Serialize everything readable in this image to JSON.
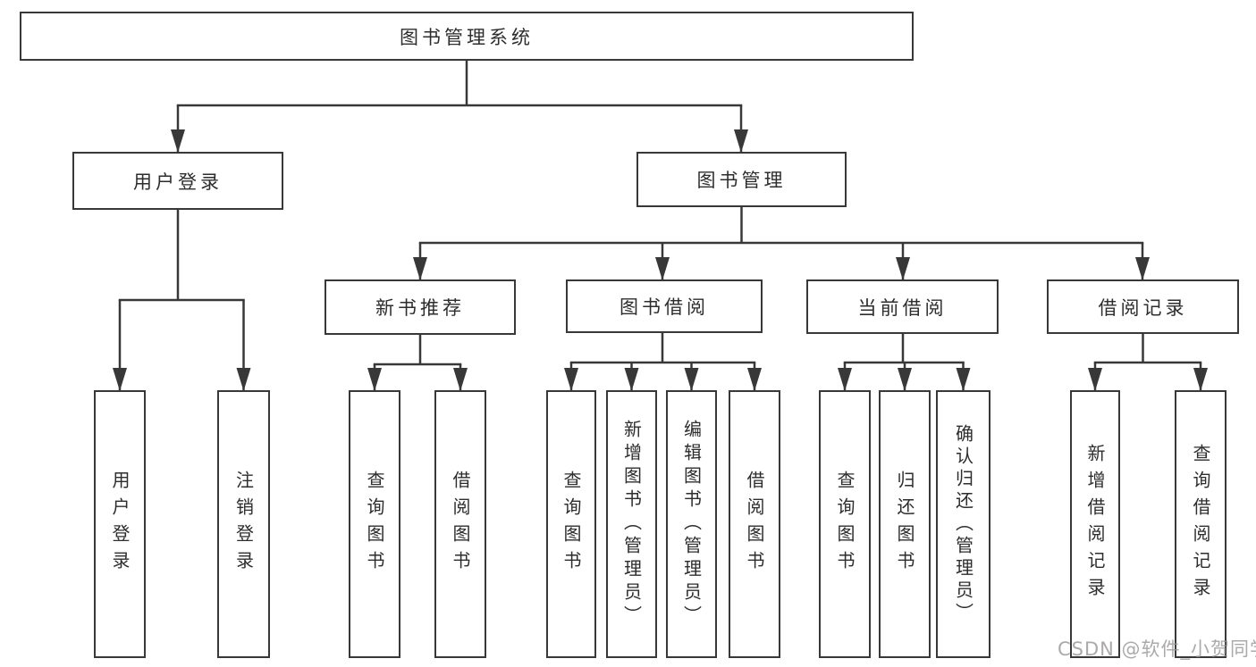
{
  "diagram_type": "function-structure-tree",
  "colors": {
    "line": "#383838",
    "box_border": "#383838",
    "text": "#2d2d2d",
    "background": "#ffffff",
    "watermark": "#969494"
  },
  "nodes": {
    "root": "图书管理系统",
    "branches": {
      "user_login": "用户登录",
      "book_management": "图书管理"
    },
    "level2": {
      "new_book_recommend": "新书推荐",
      "book_borrowing": "图书借阅",
      "current_borrowing": "当前借阅",
      "borrowing_records": "借阅记录"
    },
    "leaves": {
      "user_login": "用户登录",
      "logout": "注销登录",
      "recommend_query_book": "查询图书",
      "recommend_borrow_book": "借阅图书",
      "borrow_query_book": "查询图书",
      "borrow_add_book": "新增图书（管理员）",
      "borrow_edit_book": "编辑图书（管理员）",
      "borrow_borrow_book": "借阅图书",
      "current_query_book": "查询图书",
      "current_return_book": "归还图书",
      "current_confirm_return": "确认归还（管理员）",
      "records_add_record": "新增借阅记录",
      "records_query_record": "查询借阅记录"
    }
  },
  "watermark": "CSDN @软件_小贺同学"
}
